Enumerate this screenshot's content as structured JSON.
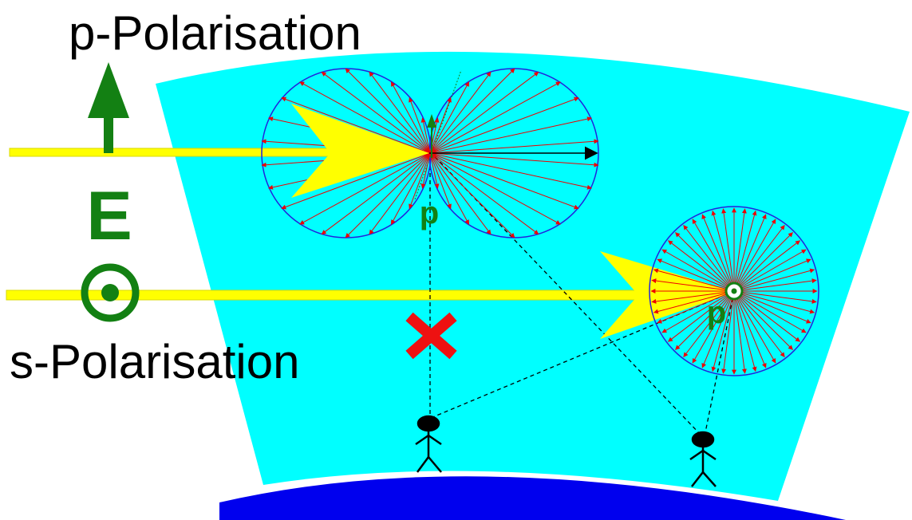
{
  "labels": {
    "p_polarisation": "p-Polarisation",
    "s_polarisation": "s-Polarisation",
    "field": "E",
    "dipole_top": "p",
    "dipole_bottom": "p"
  },
  "colors": {
    "sky": "#00ffff",
    "earth": "#0000ee",
    "beam": "#ffff00",
    "beam_edge": "#d8d800",
    "field_green": "#138013",
    "radiation_red": "#ee0000",
    "lobe_blue": "#2222dd",
    "forbidden_cross": "#ee1111",
    "observer": "#000000"
  },
  "icons": {
    "field_arrow": "up-arrow-icon",
    "out_of_page": "dot-in-circle-icon",
    "blocked": "red-cross-icon",
    "observer": "stick-figure-icon"
  }
}
